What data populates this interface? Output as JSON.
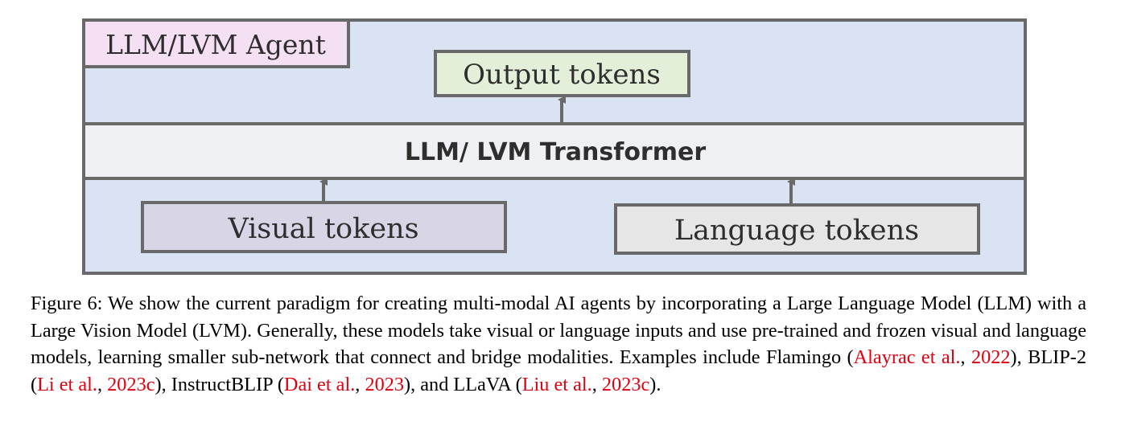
{
  "colors": {
    "outer_fill": "#dae3f3",
    "border": "#696969",
    "agent_fill": "#f5dff2",
    "output_fill": "#e3efd9",
    "transformer_fill": "#eef0f4",
    "visual_fill": "#d8d6e6",
    "language_fill": "#e6e6e6",
    "citation": "#e0000f"
  },
  "diagram": {
    "agent_label": "LLM/LVM Agent",
    "output_label": "Output tokens",
    "transformer_label": "LLM/ LVM Transformer",
    "visual_label": "Visual tokens",
    "language_label": "Language tokens"
  },
  "caption": {
    "p1": "Figure 6: We show the current paradigm for creating multi-modal AI agents by incorporating a Large Language Model (LLM) with a Large Vision Model (LVM). Generally, these models take visual or language inputs and use pre-trained and frozen visual and language models, learning smaller sub-network that connect and bridge modalities. Examples include Flamingo (",
    "c1_author": "Alayrac et al.",
    "sep1": ", ",
    "c1_year": "2022",
    "p2": "), BLIP-2 (",
    "c2_author": "Li et al.",
    "sep2": ", ",
    "c2_year": "2023c",
    "p3": "), InstructBLIP (",
    "c3_author": "Dai et al.",
    "sep3": ", ",
    "c3_year": "2023",
    "p4": "), and LLaVA (",
    "c4_author": "Liu et al.",
    "sep4": ", ",
    "c4_year": "2023c",
    "p5": ")."
  }
}
